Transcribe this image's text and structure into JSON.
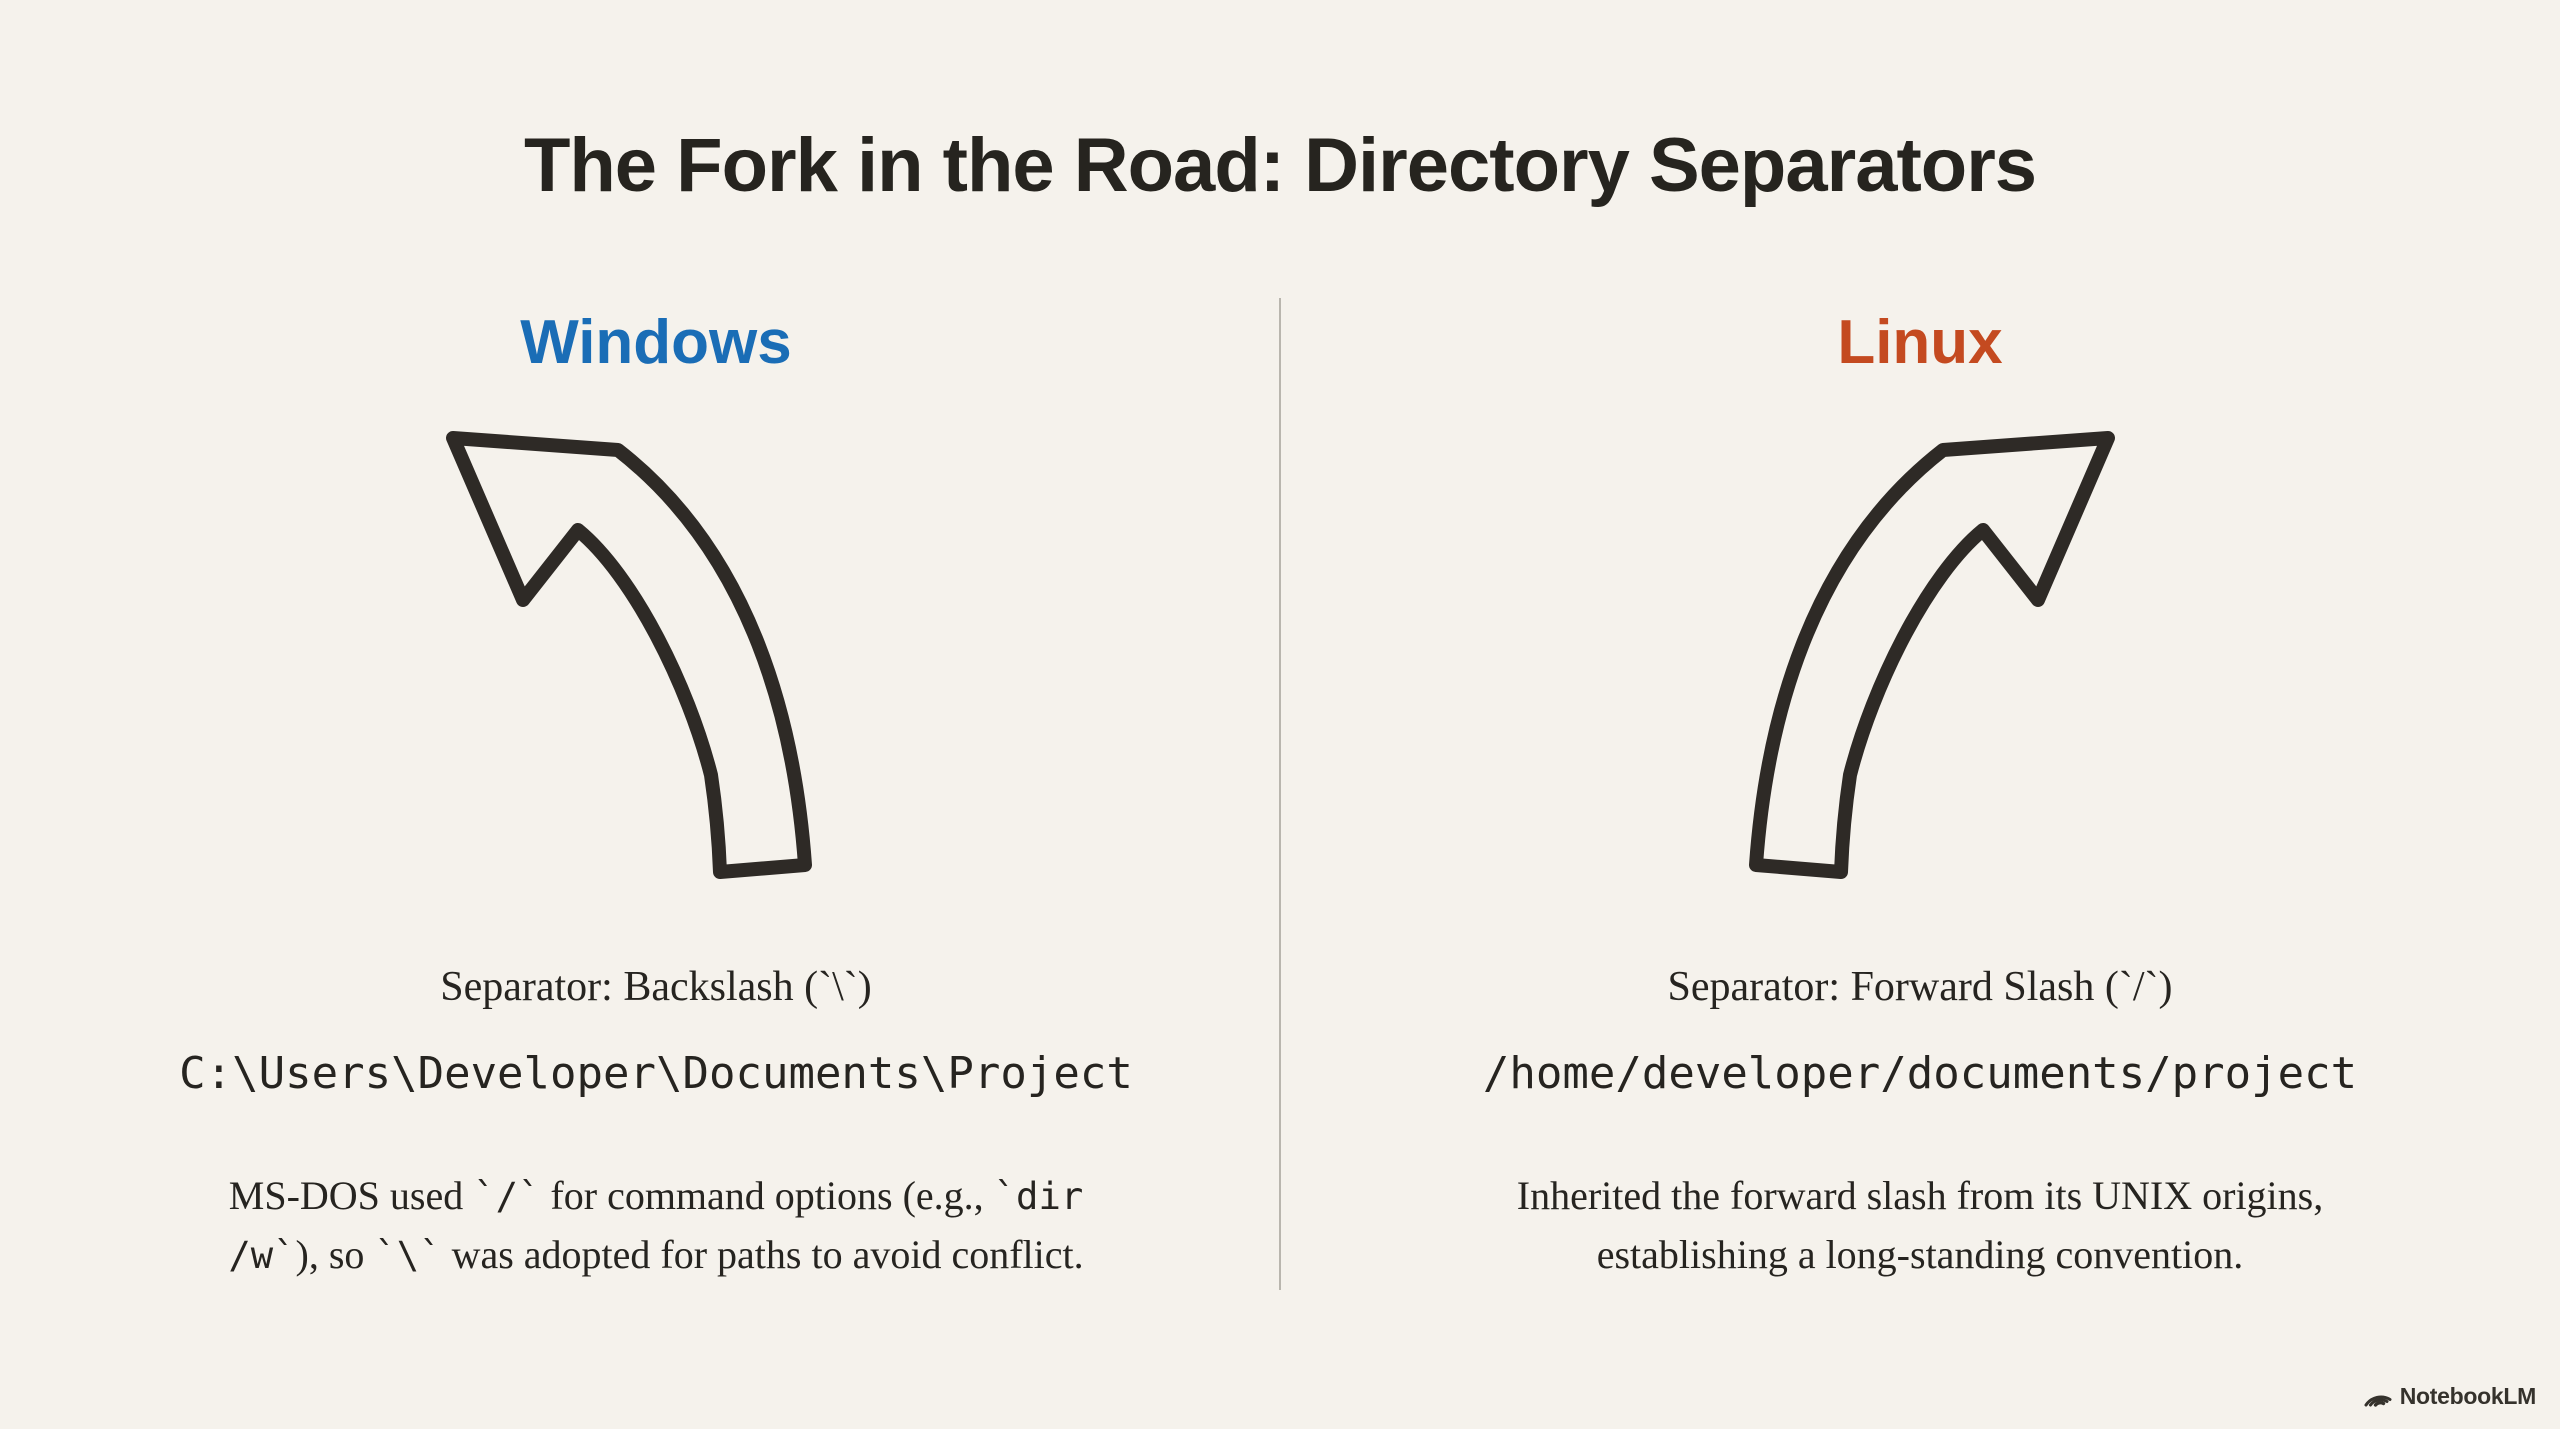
{
  "title": "The Fork in the Road: Directory Separators",
  "columns": [
    {
      "heading": "Windows",
      "heading_color": "#1a6db6",
      "arrow_icon": "curved-arrow-up-left-icon",
      "separator_label": "Separator: Backslash (`\\`)",
      "path": "C:\\Users\\Developer\\Documents\\Project",
      "note_lines": [
        [
          {
            "text": "MS-DOS used ",
            "mono": false
          },
          {
            "text": "`/`",
            "mono": true
          },
          {
            "text": " for command options (e.g., ",
            "mono": false
          },
          {
            "text": "`dir",
            "mono": true
          }
        ],
        [
          {
            "text": "/w`",
            "mono": true
          },
          {
            "text": "), so ",
            "mono": false
          },
          {
            "text": "`\\`",
            "mono": true
          },
          {
            "text": " was adopted for paths to avoid conflict.",
            "mono": false
          }
        ]
      ]
    },
    {
      "heading": "Linux",
      "heading_color": "#c44a20",
      "arrow_icon": "curved-arrow-up-right-icon",
      "separator_label": "Separator: Forward Slash (`/`)",
      "path": "/home/developer/documents/project",
      "note_lines": [
        [
          {
            "text": "Inherited the forward slash from its UNIX origins,",
            "mono": false
          }
        ],
        [
          {
            "text": "establishing a long-standing convention.",
            "mono": false
          }
        ]
      ]
    }
  ],
  "brand": {
    "label": "NotebookLM",
    "icon": "notebooklm-fan-icon"
  },
  "colors": {
    "background": "#f5f2ec",
    "text": "#262420",
    "title": "#26241f",
    "windows_blue": "#1a6db6",
    "linux_orange": "#c44a20",
    "arrow_stroke": "#2e2a26",
    "divider": "#b9b6ae"
  }
}
